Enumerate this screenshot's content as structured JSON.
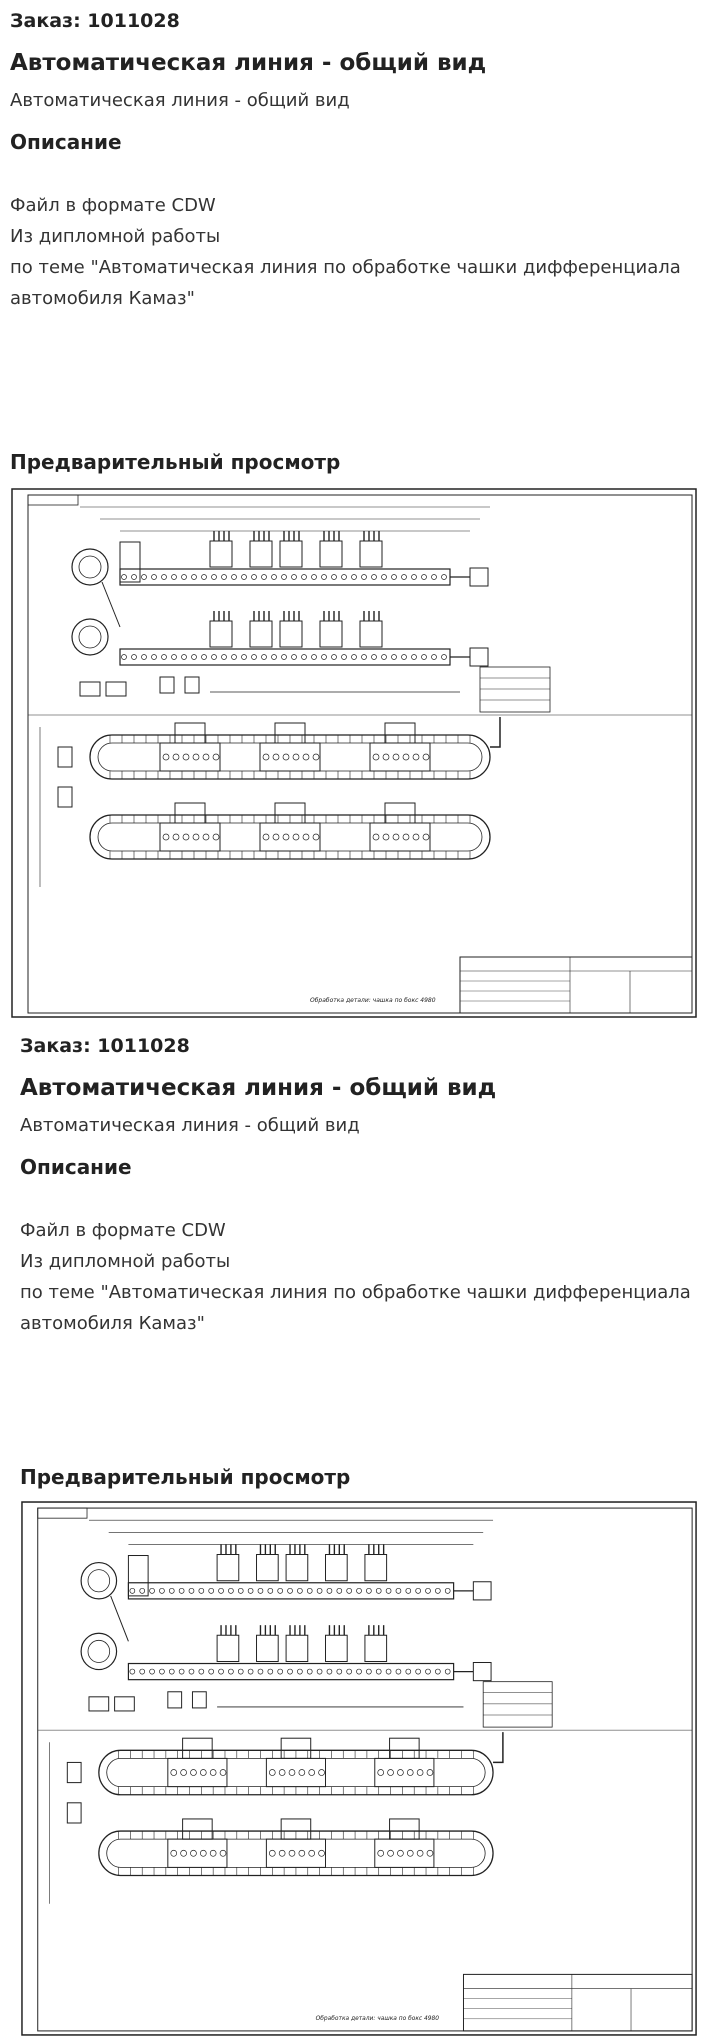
{
  "entries": [
    {
      "order": "Заказ: 1011028",
      "title": "Автоматическая линия - общий вид",
      "subtitle": "Автоматическая линия - общий вид",
      "description_heading": "Описание",
      "description_lines": [
        "Файл в формате CDW",
        "Из дипломной работы",
        "по теме \"Автоматическая линия по обработке чашки дифференциала",
        "автомобиля Камаз\""
      ],
      "preview_heading": "Предварительный просмотр",
      "drawing_note": "Обработка детали: чашка по бокс 4980"
    },
    {
      "order": "Заказ: 1011028",
      "title": "Автоматическая линия - общий вид",
      "subtitle": "Автоматическая линия - общий вид",
      "description_heading": "Описание",
      "description_lines": [
        "Файл в формате CDW",
        "Из дипломной работы",
        "по теме \"Автоматическая линия по обработке чашки дифференциала",
        "автомобиля Камаз\""
      ],
      "preview_heading": "Предварительный просмотр",
      "drawing_note": "Обработка детали: чашка по бокс 4980"
    }
  ]
}
